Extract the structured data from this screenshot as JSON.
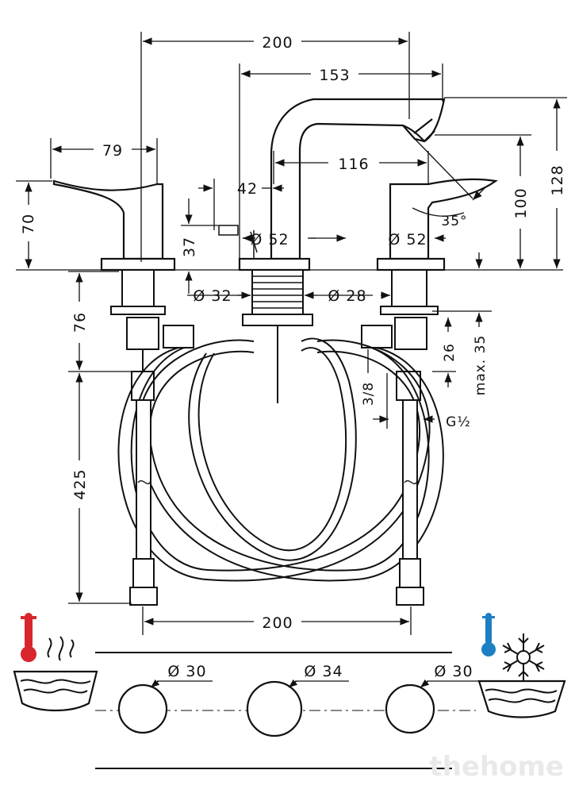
{
  "labels": {
    "spout_span": "200",
    "spout_reach": "153",
    "handle_depth": "79",
    "body_to_spout": "116",
    "handle_offset": "42",
    "handle_height": "70",
    "lever_height": "37",
    "spout_height": "100",
    "total_height": "128",
    "spout_base": "Ø 52",
    "cold_base": "Ø 52",
    "spout_angle": "35°",
    "shank_a": "Ø 32",
    "shank_b": "Ø 28",
    "shank_len": "76",
    "hose_len": "425",
    "thread_len": "26",
    "max_thickness": "max. 35",
    "hose_thread": "3/8",
    "conn_thread": "G½",
    "hole_span": "200",
    "hole_left": "Ø 30",
    "hole_mid": "Ø 34",
    "hole_right": "Ø 30"
  },
  "icons": {
    "hot": "hot-water-icon",
    "cold": "cold-water-icon"
  },
  "colors": {
    "hot": "#d8262c",
    "cold": "#1d7fc1",
    "line": "#111111"
  },
  "watermark": "thehome"
}
